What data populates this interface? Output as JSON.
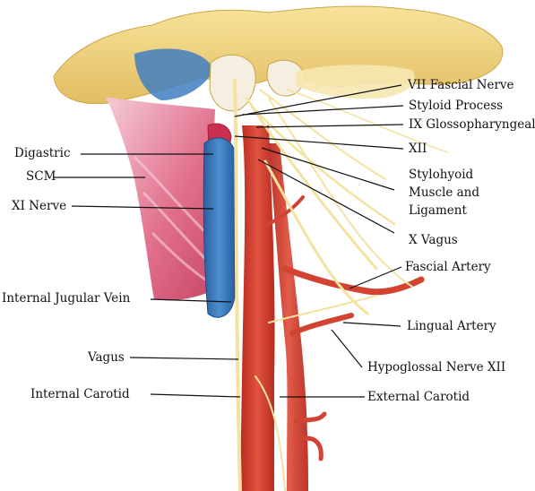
{
  "diagram": {
    "labels_left": {
      "digastric": "Digastric",
      "scm": "SCM",
      "xi_nerve": "XI Nerve",
      "internal_jugular_vein": "Internal Jugular Vein",
      "vagus": "Vagus",
      "internal_carotid": "Internal Carotid"
    },
    "labels_right": {
      "vii_facial_nerve": "VII Fascial Nerve",
      "styloid_process": "Styloid Process",
      "ix_glossopharyngeal": "IX Glossopharyngeal",
      "xii": "XII",
      "stylohyoid_line1": "Stylohyoid",
      "stylohyoid_line2": "Muscle and",
      "stylohyoid_line3": "Ligament",
      "x_vagus": "X Vagus",
      "facial_artery": "Fascial Artery",
      "lingual_artery": "Lingual Artery",
      "hypoglossal_nerve_xii": "Hypoglossal Nerve XII",
      "external_carotid": "External Carotid"
    },
    "colors": {
      "bone": "#f2d67e",
      "bone_shadow": "#d9b458",
      "muscle": "#d8506e",
      "muscle_light": "#f1b8c8",
      "vein": "#3a78b8",
      "artery": "#c8352a",
      "nerve": "#f6e6a6",
      "leader": "#111111"
    }
  }
}
